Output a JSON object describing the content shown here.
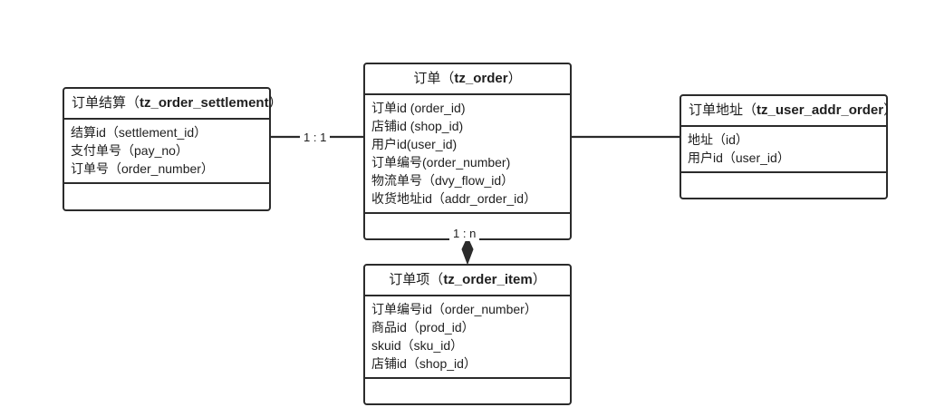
{
  "diagram": {
    "type": "er-diagram",
    "background": "#ffffff",
    "line_color": "#2b2b2b",
    "text_color": "#1f1f1f"
  },
  "entities": [
    {
      "id": "settlement",
      "title_cn": "订单结算",
      "title_table": "tz_order_settlement",
      "title": "订单结算（tz_order_settlement）",
      "attributes": [
        "结算id（settlement_id）",
        "支付单号（pay_no）",
        "订单号（order_number）"
      ]
    },
    {
      "id": "order",
      "title_cn": "订单",
      "title_table": "tz_order",
      "title": "订单（tz_order）",
      "attributes": [
        "订单id (order_id)",
        "店铺id (shop_id)",
        "用户id(user_id)",
        "订单编号(order_number)",
        "物流单号（dvy_flow_id）",
        "收货地址id（addr_order_id）"
      ]
    },
    {
      "id": "address",
      "title_cn": "订单地址",
      "title_table": "tz_user_addr_order",
      "title": "订单地址（tz_user_addr_order）",
      "attributes": [
        "地址（id）",
        "用户id（user_id）"
      ]
    },
    {
      "id": "orderitem",
      "title_cn": "订单项",
      "title_table": "tz_order_item",
      "title": "订单项（tz_order_item）",
      "attributes": [
        "订单编号id（order_number）",
        "商品id（prod_id）",
        "skuid（sku_id）",
        "店铺id（shop_id）"
      ]
    }
  ],
  "relationships": [
    {
      "id": "settlement-order",
      "from": "settlement",
      "to": "order",
      "label": "1 : 1",
      "marker": "none"
    },
    {
      "id": "order-address",
      "from": "order",
      "to": "address",
      "label": "",
      "marker": "none"
    },
    {
      "id": "order-orderitem",
      "from": "order",
      "to": "orderitem",
      "label": "1 : n",
      "marker": "filled-diamond"
    }
  ]
}
